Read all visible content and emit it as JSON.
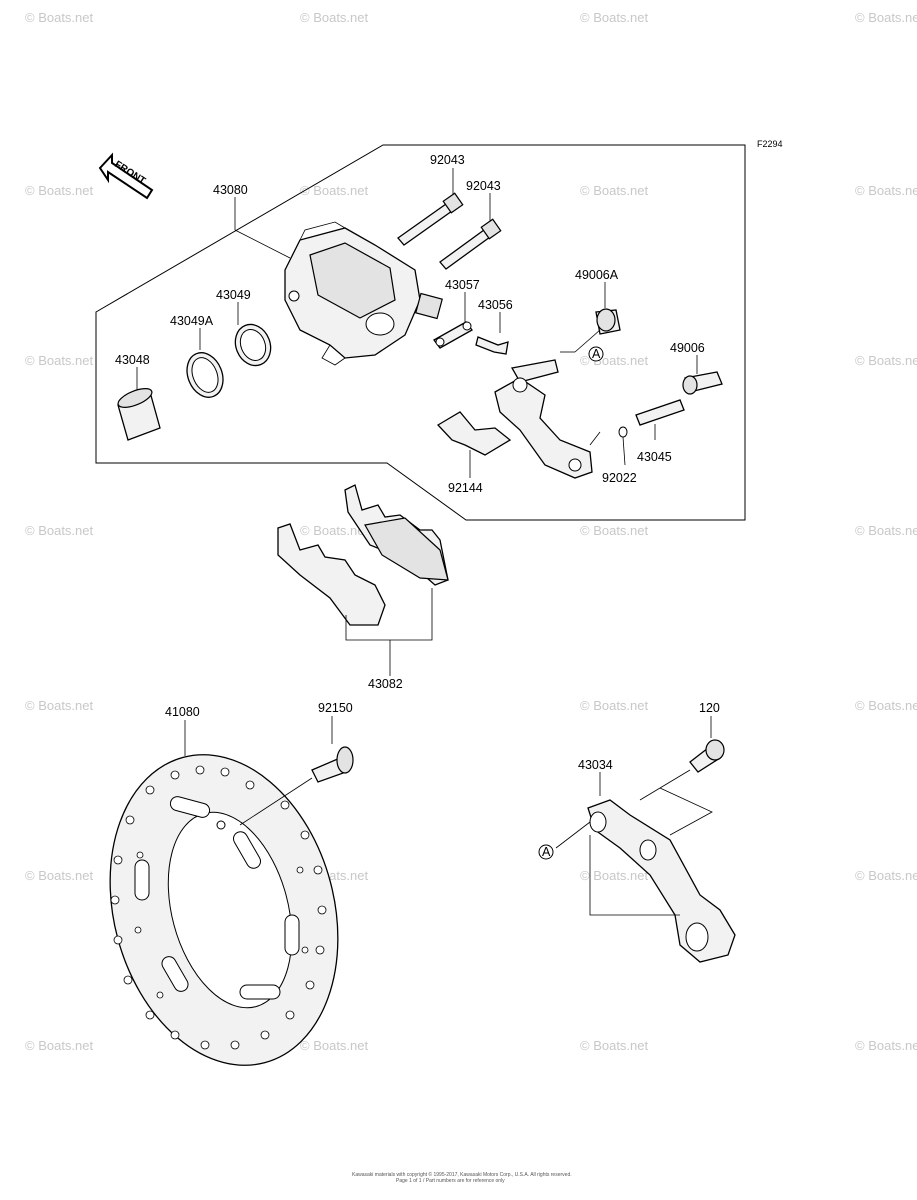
{
  "diagram": {
    "code": "F2294",
    "front_marker": "FRONT",
    "ref_marker": "A",
    "watermark": "© Boats.net",
    "footer_lines": [
      "Kawasaki materials with copyright © 1995-2017, Kawasaki Motors Corp., U.S.A. All rights reserved.",
      "Page 1 of 1 / Part numbers are for reference only"
    ],
    "parts": {
      "p92043a": "92043",
      "p92043b": "92043",
      "p43080": "43080",
      "p43057": "43057",
      "p43056": "43056",
      "p49006A": "49006A",
      "p43049": "43049",
      "p43049A": "43049A",
      "p43048": "43048",
      "p49006": "49006",
      "p43045": "43045",
      "p92022": "92022",
      "p92144": "92144",
      "p43082": "43082",
      "p41080": "41080",
      "p92150": "92150",
      "p120": "120",
      "p43034": "43034"
    }
  }
}
